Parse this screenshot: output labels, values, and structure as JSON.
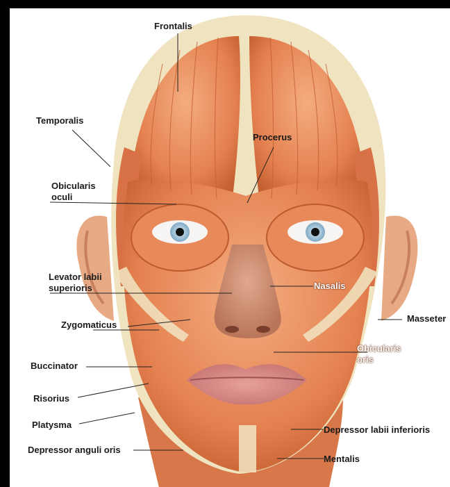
{
  "labels": {
    "frontalis": "Frontalis",
    "temporalis": "Temporalis",
    "procerus": "Procerus",
    "obicularis_oculi_1": "Obicularis",
    "obicularis_oculi_2": "oculi",
    "levator_1": "Levator labii",
    "levator_2": "superioris",
    "nasalis": "Nasalis",
    "masseter": "Masseter",
    "zygomaticus": "Zygomaticus",
    "obicularis_oris_1": "Obicularis",
    "obicularis_oris_2": "oris",
    "buccinator": "Buccinator",
    "risorius": "Risorius",
    "platysma": "Platysma",
    "depressor_labii": "Depressor labii inferioris",
    "depressor_anguli": "Depressor anguli oris",
    "mentalis": "Mentalis"
  },
  "colors": {
    "background": "#000000",
    "panel": "#ffffff",
    "skull": "#efe3c0",
    "muscle_light": "#f2a678",
    "muscle": "#e4804f",
    "muscle_dark": "#b9552c",
    "tendon": "#efe0bc",
    "ear": "#e8aa85",
    "iris": "#9cc0d6",
    "lips": "#d88a86",
    "nose": "#c98a70",
    "leader_line": "#222222"
  }
}
